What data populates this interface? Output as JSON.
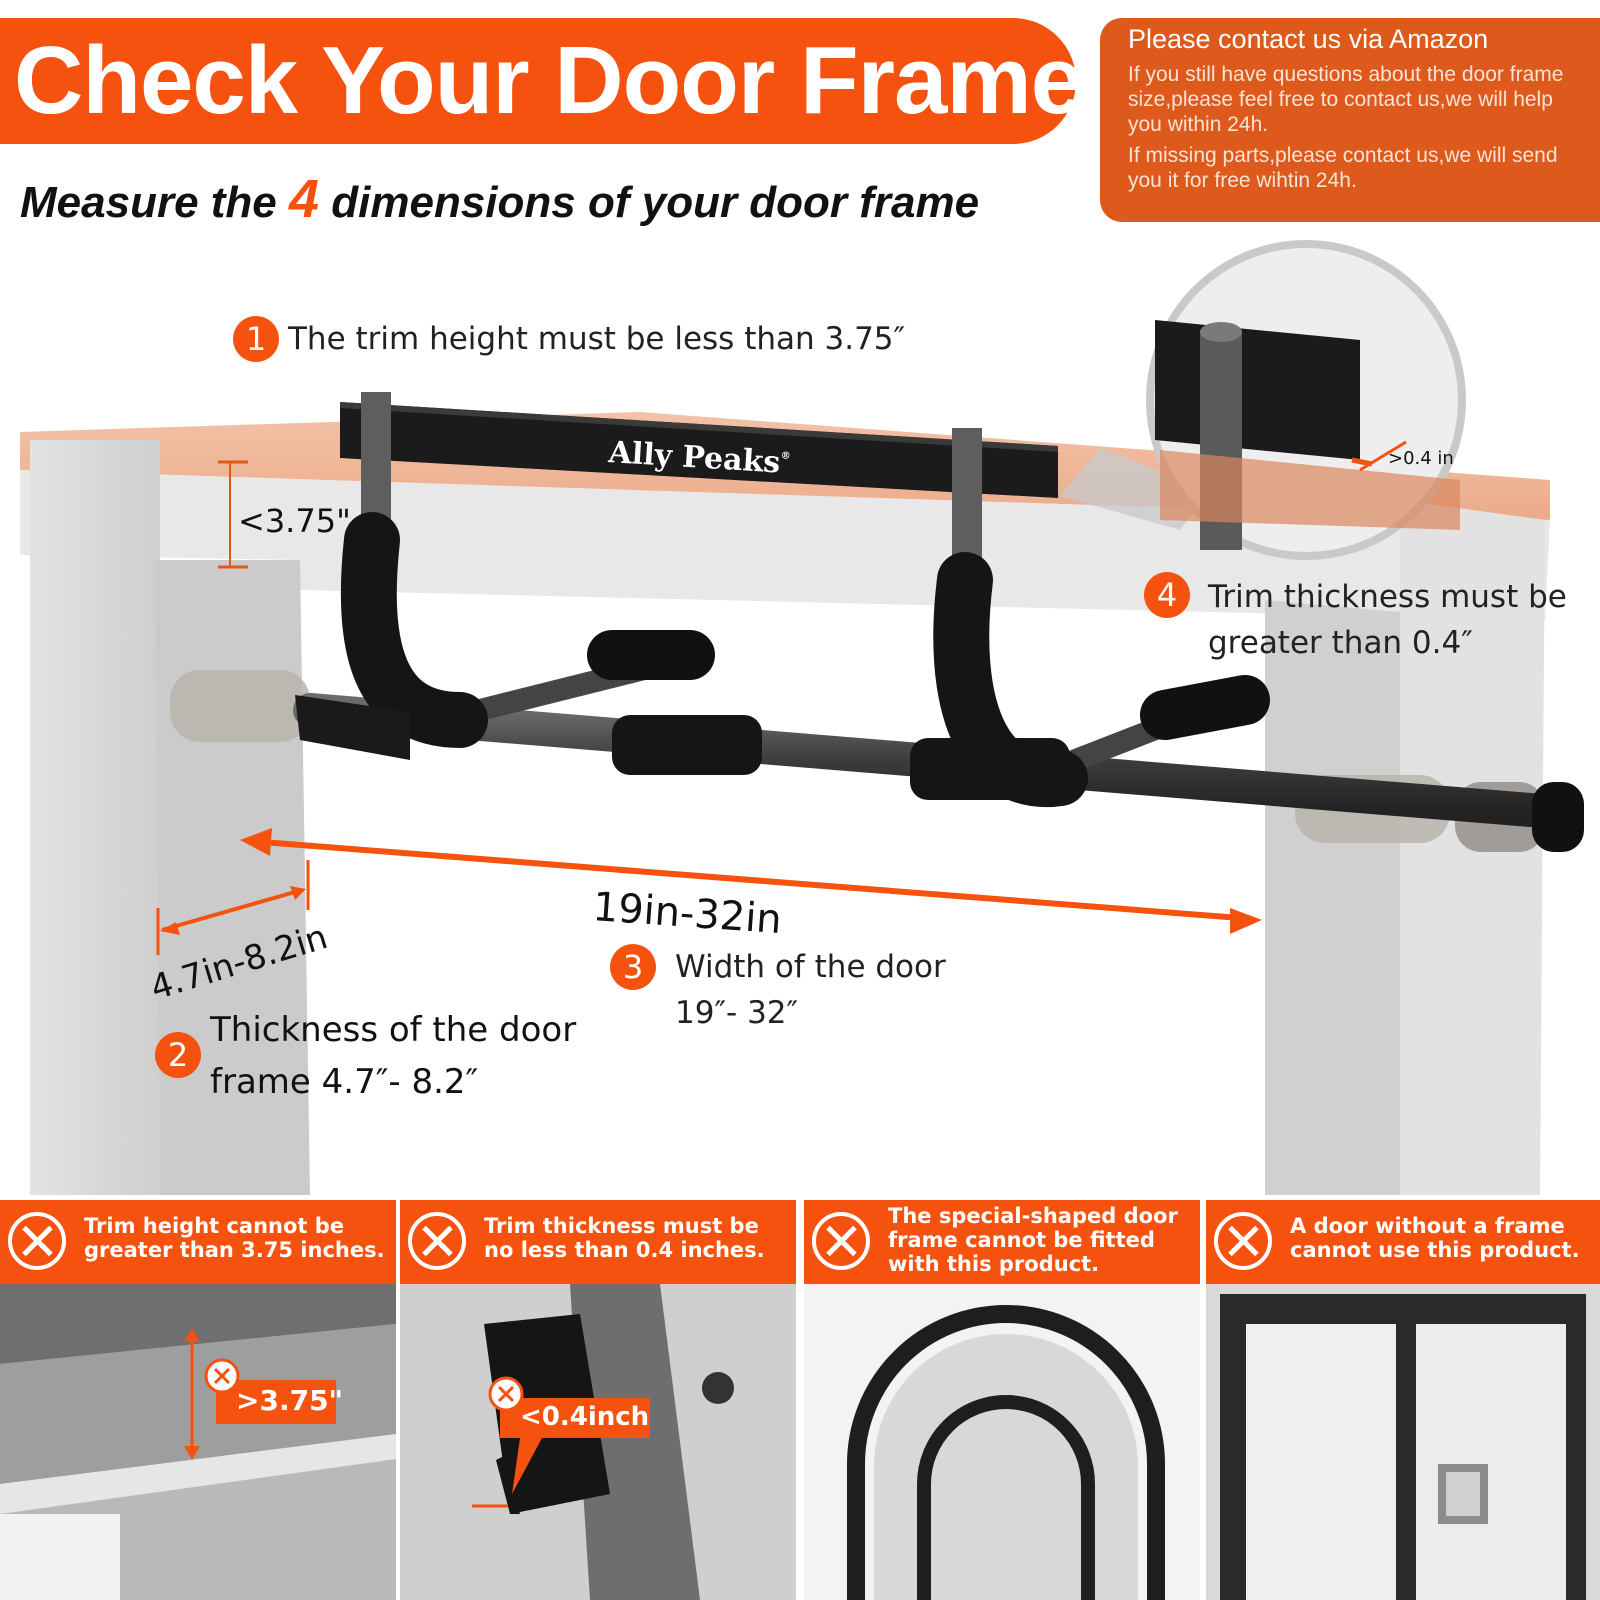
{
  "header": {
    "title": "Check Your Door Frame",
    "subtitle_pre": "Measure the ",
    "subtitle_num": "4",
    "subtitle_post": " dimensions of  your door frame"
  },
  "contact": {
    "title": "Please contact us via Amazon",
    "para1": "If you still have questions about the door frame size,please feel free to contact us,we will help you within 24h.",
    "para2": "If missing parts,please contact us,we will send you it for free wihtin 24h."
  },
  "product": {
    "brand": "Ally Peaks",
    "brand_mark": "®"
  },
  "steps": {
    "s1": {
      "num": "1",
      "text": "The trim height must be less than 3.75″"
    },
    "s2": {
      "num": "2",
      "line1": "Thickness of the door",
      "line2": "frame 4.7″- 8.2″"
    },
    "s3": {
      "num": "3",
      "line1": "Width of the door",
      "line2": "19″- 32″"
    },
    "s4": {
      "num": "4",
      "line1": "Trim thickness must be",
      "line2": "greater than 0.4″"
    }
  },
  "dimensions": {
    "trim_height": "<3.75\"",
    "trim_thickness": ">0.4 in",
    "door_width": "19in-32in",
    "frame_thickness": "4.7in-8.2in"
  },
  "warnings": [
    {
      "text": "Trim height cannot be greater than 3.75 inches.",
      "tag": ">3.75\""
    },
    {
      "text": "Trim thickness must be no less than 0.4 inches.",
      "tag": "<0.4inch"
    },
    {
      "text": "The special-shaped door frame cannot be fitted with this product."
    },
    {
      "text": "A door without a frame cannot use this product."
    }
  ],
  "colors": {
    "accent": "#f5520f",
    "contact_bg": "#dd5a1c",
    "bar": "#1b1b1b"
  }
}
